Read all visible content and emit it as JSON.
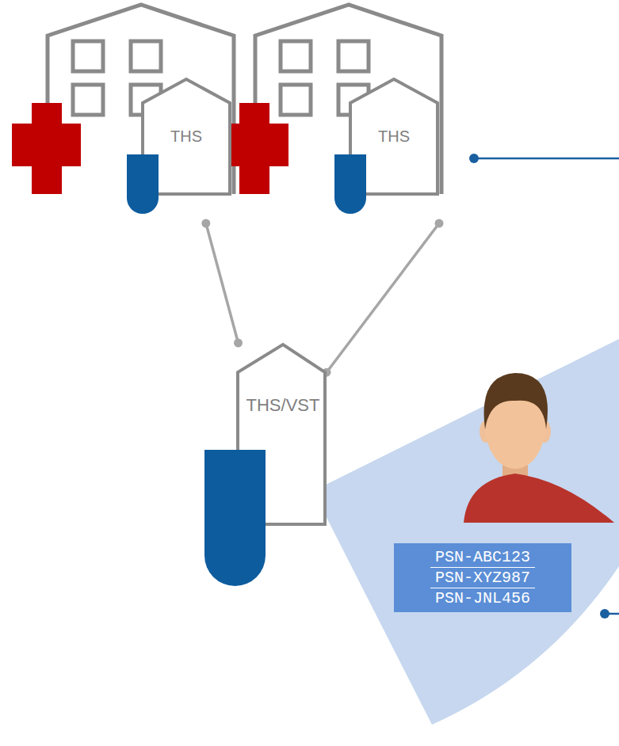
{
  "diagram": {
    "nodes": [
      {
        "text": [
          "THS"
        ]
      },
      {
        "text": [
          "THS"
        ]
      },
      {
        "text": [
          "THS/VST"
        ]
      },
      {
        "text": [
          "PSN-ABC123",
          "PSN-XYZ987",
          "PSN-JNL456"
        ]
      }
    ],
    "edges": [
      {
        "from": 0,
        "to": 2,
        "arrow": "none"
      },
      {
        "from": 1,
        "to": 2,
        "arrow": "none"
      }
    ]
  }
}
